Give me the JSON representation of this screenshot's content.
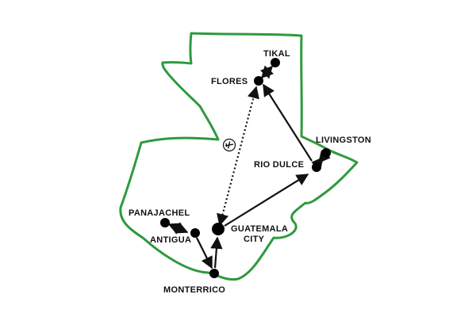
{
  "map": {
    "border_color": "#2e9a3e",
    "route_color": "#111111",
    "background": "#ffffff",
    "flight_icon": "airplane-icon",
    "cities": [
      {
        "id": "tikal",
        "label": "TIKAL"
      },
      {
        "id": "flores",
        "label": "FLORES"
      },
      {
        "id": "livingston",
        "label": "LIVINGSTON"
      },
      {
        "id": "rio-dulce",
        "label": "RIO DULCE"
      },
      {
        "id": "panajachel",
        "label": "PANAJACHEL"
      },
      {
        "id": "antigua",
        "label": "ANTIGUA"
      },
      {
        "id": "guatemala-city",
        "label_line1": "GUATEMALA",
        "label_line2": "CITY"
      },
      {
        "id": "monterrico",
        "label": "MONTERRICO"
      }
    ]
  }
}
